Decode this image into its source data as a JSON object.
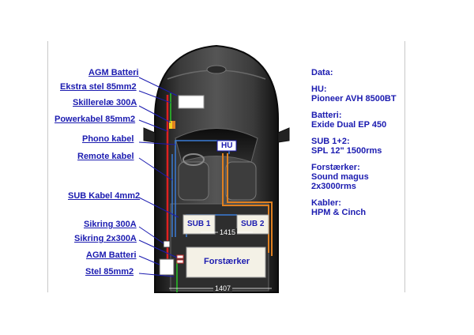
{
  "labels": {
    "agm_top": "AGM Batteri",
    "extra_ground": "Ekstra stel  85mm2",
    "relay": "Skillerelæ 300A",
    "power_cable": "Powerkabel 85mm2",
    "phono": "Phono kabel",
    "remote": "Remote kabel",
    "sub_cable": "SUB Kabel 4mm2",
    "fuse_300": "Sikring 300A",
    "fuse_2x300": "Sikring 2x300A",
    "agm_bottom": "AGM Batteri",
    "ground_85": "Stel 85mm2"
  },
  "boxes": {
    "hu": "HU",
    "sub1": "SUB 1",
    "sub2": "SUB 2",
    "amp": "Forstærker"
  },
  "dimensions": {
    "inner": "1415",
    "outer": "1407"
  },
  "data_panel": {
    "heading": "Data:",
    "hu_title": "HU:",
    "hu_value": "Pioneer AVH 8500BT",
    "battery_title": "Batteri:",
    "battery_value": "Exide Dual EP 450",
    "sub_title": "SUB 1+2:",
    "sub_value": "SPL 12\" 1500rms",
    "amp_title": "Forstærker:",
    "amp_value_1": "Sound magus",
    "amp_value_2": "2x3000rms",
    "cables_title": "Kabler:",
    "cables_value": "HPM & Cinch"
  },
  "colors": {
    "label_blue": "#1b1bb0",
    "power_red": "#e02020",
    "ground_green": "#2aa02a",
    "signal_blue": "#3a7bd5",
    "speaker_orange": "#e08020",
    "car_body": "#1e1e1e"
  }
}
